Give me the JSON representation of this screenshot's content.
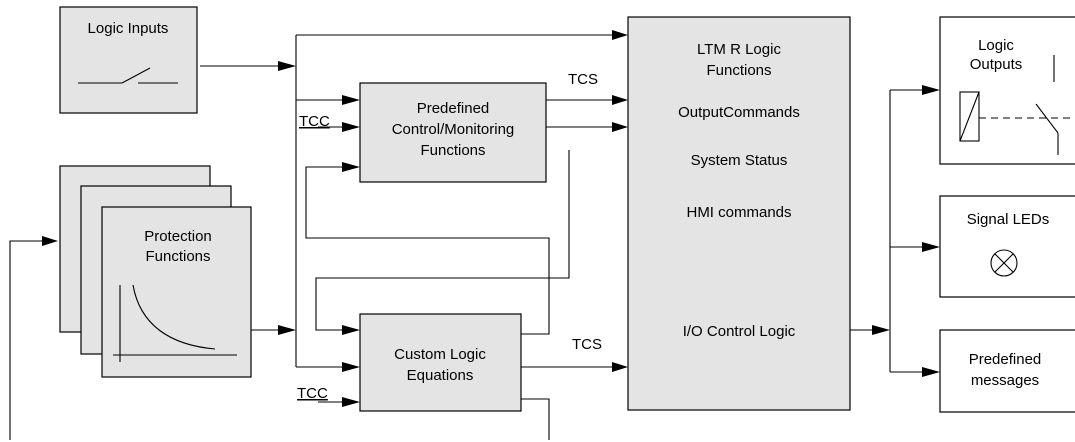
{
  "diagram": {
    "blocks": {
      "logic_inputs": {
        "label": "Logic Inputs"
      },
      "protection": {
        "line1": "Protection",
        "line2": "Functions"
      },
      "predefined": {
        "line1": "Predefined",
        "line2": "Control/Monitoring",
        "line3": "Functions"
      },
      "custom": {
        "line1": "Custom Logic",
        "line2": "Equations"
      },
      "ltmr": {
        "title1": "LTM R Logic",
        "title2": "Functions",
        "item1": "OutputCommands",
        "item2": "System Status",
        "item3": "HMI commands",
        "item4": "I/O Control Logic"
      },
      "logic_outputs": {
        "line1": "Logic",
        "line2": "Outputs"
      },
      "signal_leds": {
        "label": "Signal LEDs"
      },
      "messages": {
        "line1": "Predefined",
        "line2": "messages"
      }
    },
    "signals": {
      "tcs_top": "TCS",
      "tcs_bottom": "TCS",
      "tcc_top": "TCC",
      "tcc_bottom": "TCC"
    }
  }
}
